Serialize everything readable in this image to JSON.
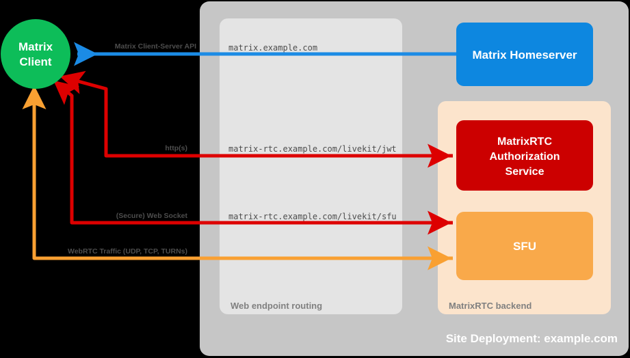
{
  "diagram": {
    "title": "Site Deployment: example.com",
    "background": "#000000",
    "nodes": {
      "client": {
        "label_line1": "Matrix",
        "label_line2": "Client",
        "color": "#0DBD59",
        "shape": "circle"
      },
      "homeserver": {
        "label": "Matrix Homeserver",
        "color": "#0D87E0",
        "shape": "rounded-rect"
      },
      "authservice": {
        "label_line1": "MatrixRTC",
        "label_line2": "Authorization",
        "label_line3": "Service",
        "color": "#CC0000",
        "shape": "rounded-rect"
      },
      "sfu": {
        "label": "SFU",
        "color": "#F9A94A",
        "shape": "rounded-rect"
      }
    },
    "groups": {
      "site": {
        "label": "Site Deployment: example.com",
        "color": "#C6C6C6",
        "label_color": "#FFFFFF"
      },
      "routing": {
        "label": "Web endpoint routing",
        "color": "#E4E4E4",
        "label_color": "#808080"
      },
      "backend": {
        "label": "MatrixRTC backend",
        "color": "#FCE4CC",
        "label_color": "#808080"
      }
    },
    "edges": [
      {
        "id": "cs-api",
        "label": "Matrix Client-Server API",
        "url": "matrix.example.com",
        "color": "#1B8BE5",
        "from": "homeserver",
        "to": "client",
        "direction": "left"
      },
      {
        "id": "jwt",
        "label": "http(s)",
        "url": "matrix-rtc.example.com/livekit/jwt",
        "color": "#DD0000",
        "from": "client",
        "to": "authservice",
        "direction": "right"
      },
      {
        "id": "sfu-ws",
        "label": "(Secure) Web Socket",
        "url": "matrix-rtc.example.com/livekit/sfu",
        "color": "#DD0000",
        "from": "client",
        "to": "sfu",
        "direction": "right"
      },
      {
        "id": "webrtc",
        "label": "WebRTC Traffic (UDP, TCP, TURNs)",
        "url": "",
        "color": "#F9A032",
        "from": "client",
        "to": "sfu",
        "direction": "right"
      }
    ]
  }
}
